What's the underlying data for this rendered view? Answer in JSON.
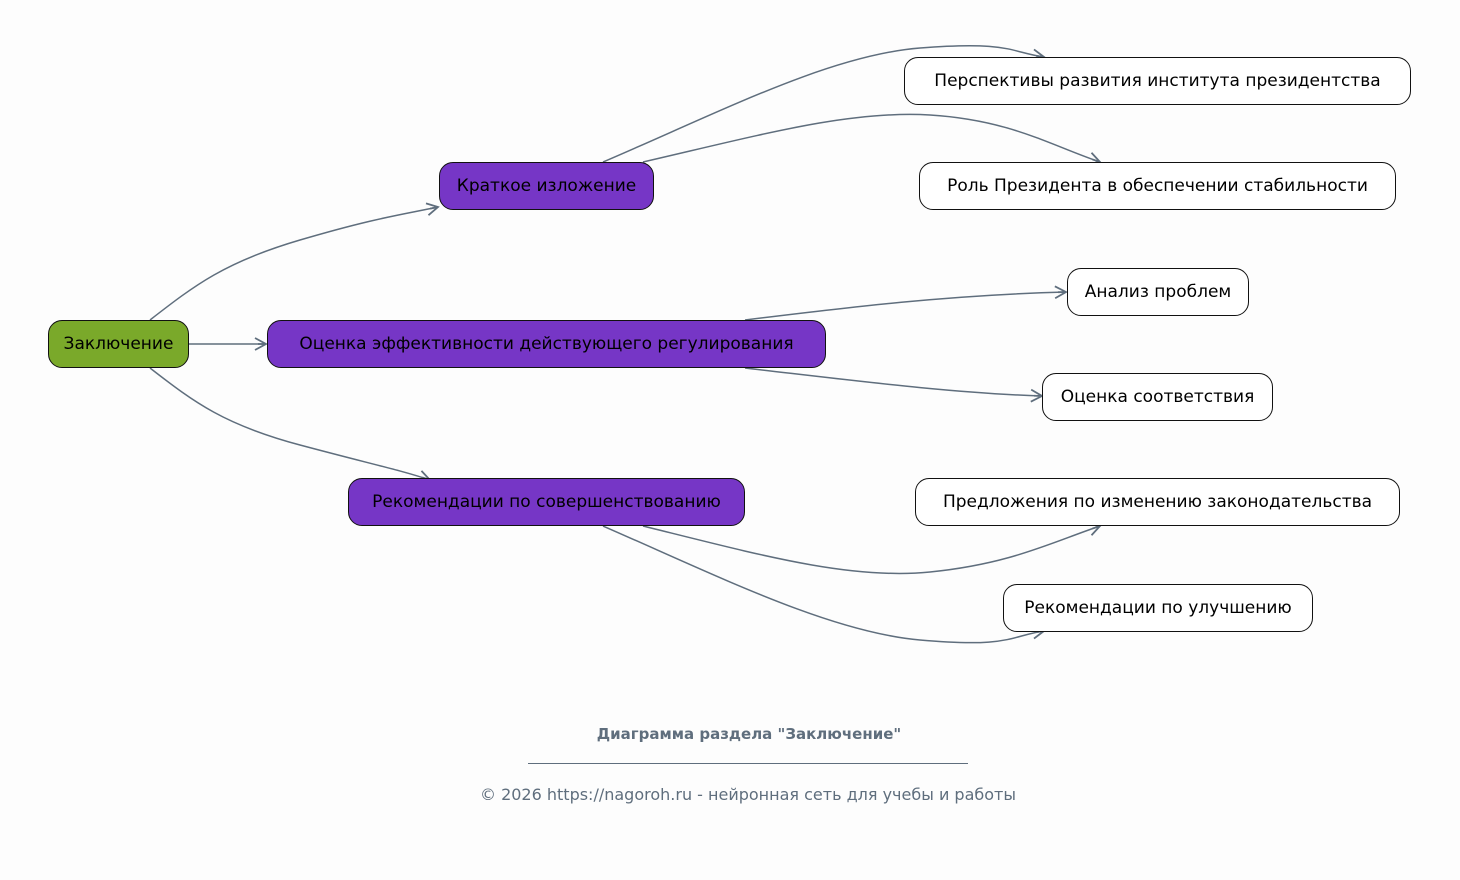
{
  "colors": {
    "root": "#7aa92a",
    "branch": "#7636c6",
    "leaf": "#ffffff",
    "edge": "#5f6e7d"
  },
  "nodes": {
    "root": "Заключение",
    "summary": "Краткое изложение",
    "evaluation": "Оценка эффективности действующего регулирования",
    "recommendations": "Рекомендации по совершенствованию",
    "prospects": "Перспективы развития института президентства",
    "role": "Роль Президента в обеспечении стабильности",
    "analysis": "Анализ проблем",
    "compliance": "Оценка соответствия",
    "proposals": "Предложения по изменению законодательства",
    "improvement": "Рекомендации по улучшению"
  },
  "footer": {
    "title": "Диаграмма раздела \"Заключение\"",
    "copyright": "© 2026 https://nagoroh.ru - нейронная сеть для учебы и работы"
  }
}
